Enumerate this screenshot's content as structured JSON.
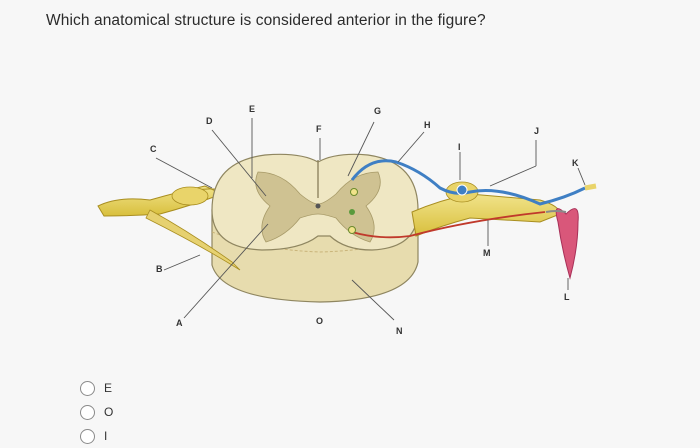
{
  "question": {
    "text": "Which anatomical structure is considered anterior in the figure?"
  },
  "figure": {
    "labels": [
      "A",
      "B",
      "C",
      "D",
      "E",
      "F",
      "G",
      "H",
      "I",
      "J",
      "K",
      "L",
      "M",
      "N",
      "O"
    ]
  },
  "options": [
    {
      "label": "E"
    },
    {
      "label": "O"
    },
    {
      "label": "I"
    }
  ]
}
